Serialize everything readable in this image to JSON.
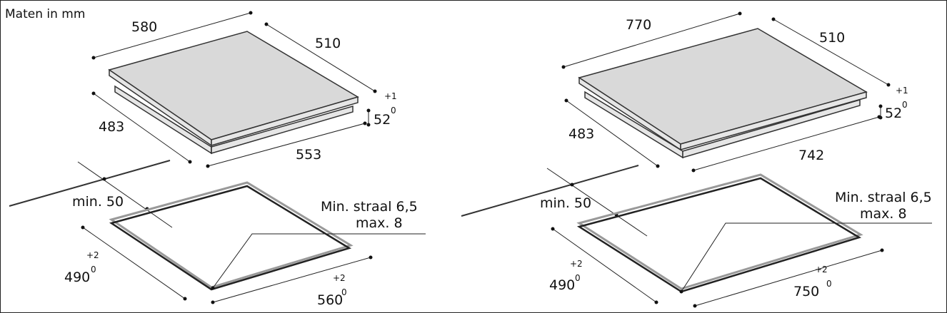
{
  "title": "Maten in mm",
  "left": {
    "width": "580",
    "depth": "510",
    "height": "52",
    "height_tol_upper": "+1",
    "height_tol_lower": "0",
    "inner_depth": "483",
    "inner_width": "553",
    "min_label": "min. 50",
    "radius_line1": "Min. straal 6,5",
    "radius_line2": "max. 8",
    "cutout_depth": "490",
    "cutout_depth_tol_upper": "+2",
    "cutout_depth_tol_lower": "0",
    "cutout_width": "560",
    "cutout_width_tol_upper": "+2",
    "cutout_width_tol_lower": "0"
  },
  "right": {
    "width": "770",
    "depth": "510",
    "height": "52",
    "height_tol_upper": "+1",
    "height_tol_lower": "0",
    "inner_depth": "483",
    "inner_width": "742",
    "min_label": "min. 50",
    "radius_line1": "Min. straal 6,5",
    "radius_line2": "max. 8",
    "cutout_depth": "490",
    "cutout_depth_tol_upper": "+2",
    "cutout_depth_tol_lower": "0",
    "cutout_width": "750",
    "cutout_width_tol_upper": "+2",
    "cutout_width_tol_lower": "0"
  }
}
